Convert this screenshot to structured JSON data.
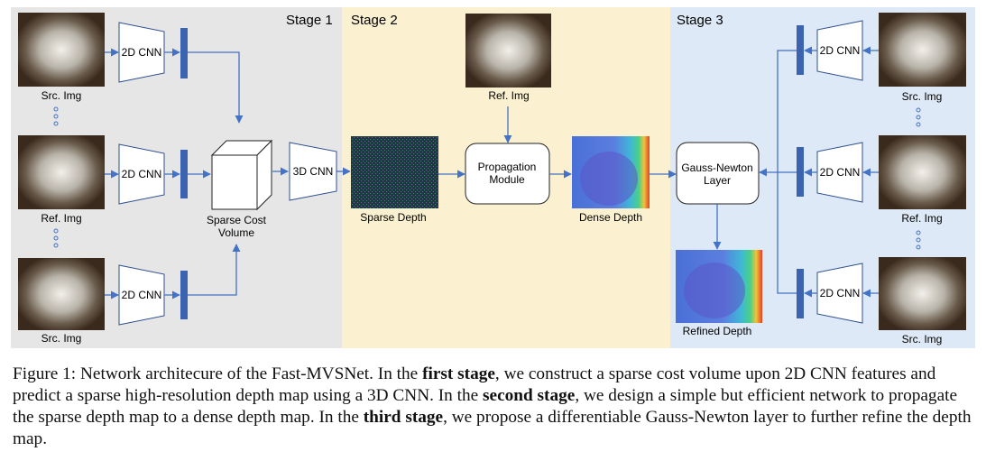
{
  "stages": {
    "stage1": "Stage 1",
    "stage2": "Stage 2",
    "stage3": "Stage 3"
  },
  "images": {
    "src_top": "Src. Img",
    "ref": "Ref. Img",
    "src_bottom": "Src. Img",
    "ref_stage2": "Ref. Img",
    "src_right_top": "Src. Img",
    "ref_right": "Ref. Img",
    "src_right_bottom": "Src. Img"
  },
  "blocks": {
    "cnn2d_label": "2D CNN",
    "cnn3d_label": "3D CNN",
    "cost_volume_line1": "Sparse Cost",
    "cost_volume_line2": "Volume",
    "propagation_line1": "Propagation",
    "propagation_line2": "Module",
    "gauss_newton_line1": "Gauss-Newton",
    "gauss_newton_line2": "Layer"
  },
  "depth_maps": {
    "sparse": "Sparse Depth",
    "dense": "Dense Depth",
    "refined": "Refined Depth"
  },
  "colors": {
    "stage1_bg": "#e6e6e6",
    "stage2_bg": "#fbf1d0",
    "stage3_bg": "#dde9f6",
    "arrow": "#4472c4",
    "feature_bar": "#3b63b0"
  },
  "caption": {
    "prefix": "Figure 1: Network architecure of the Fast-MVSNet. In the ",
    "b1": "first stage",
    "t1": ", we construct a sparse cost volume upon 2D CNN features and predict a sparse high-resolution depth map using a 3D CNN. In the ",
    "b2": "second stage",
    "t2": ", we design a simple but efficient network to propagate the sparse depth map to a dense depth map. In the ",
    "b3": "third stage",
    "t3": ", we propose a differentiable Gauss-Newton layer to further refine the depth map."
  }
}
